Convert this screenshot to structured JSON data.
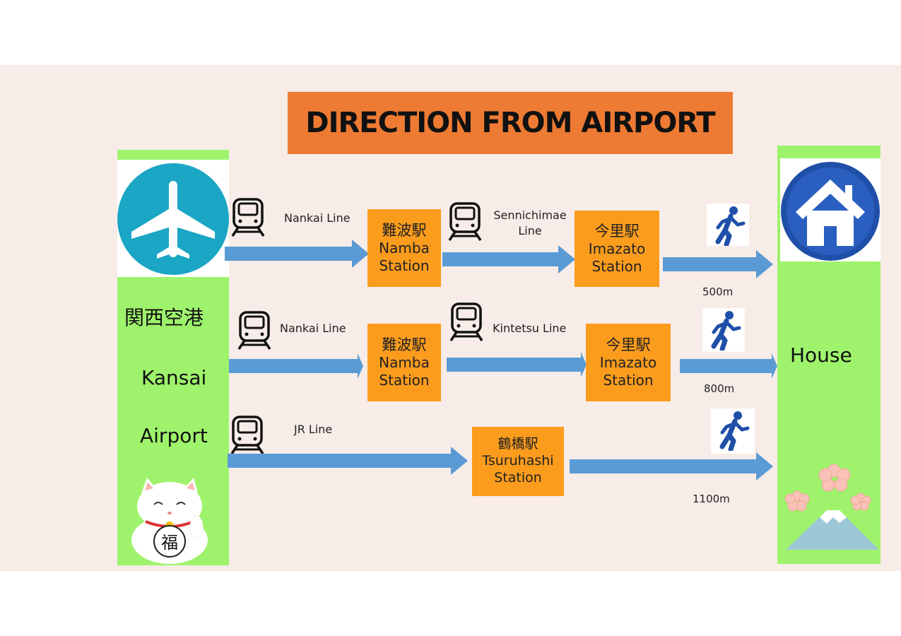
{
  "title": "DIRECTION FROM AIRPORT",
  "origin": {
    "name_jp": "関西空港",
    "name_line1": "Kansai",
    "name_line2": "Airport",
    "badge_char": "福"
  },
  "destination": {
    "name": "House"
  },
  "routes": [
    {
      "segments": [
        {
          "line": "Nankai  Line"
        },
        {
          "line_line1": "Sennichimae",
          "line_line2": "Line"
        }
      ],
      "stations": [
        {
          "jp": "難波駅",
          "en1": "Namba",
          "en2": "Station"
        },
        {
          "jp": "今里駅",
          "en1": "Imazato",
          "en2": "Station"
        }
      ],
      "walk": "500m"
    },
    {
      "segments": [
        {
          "line": "Nankai  Line"
        },
        {
          "line": "Kintetsu Line"
        }
      ],
      "stations": [
        {
          "jp": "難波駅",
          "en1": "Namba",
          "en2": "Station"
        },
        {
          "jp": "今里駅",
          "en1": "Imazato",
          "en2": "Station"
        }
      ],
      "walk": "800m"
    },
    {
      "segments": [
        {
          "line": "JR  Line"
        }
      ],
      "stations": [
        {
          "jp": "鶴橋駅",
          "en1": "Tsuruhashi",
          "en2": "Station"
        }
      ],
      "walk": "1100m"
    }
  ],
  "colors": {
    "background": "#f7ece7",
    "title_box": "#ee7b33",
    "green_column": "#9ff36c",
    "station_box": "#fb9c1d",
    "arrow": "#5b9bd5",
    "plane_circle": "#1aa6c4",
    "house_circle": "#1f4fa8",
    "walker": "#1f4fa8"
  },
  "icons": {
    "origin": "airplane-icon",
    "destination": "house-icon",
    "train": "train-icon",
    "walk": "walking-person-icon",
    "mascot": "lucky-cat-icon",
    "decoration": "mount-fuji-icon"
  }
}
